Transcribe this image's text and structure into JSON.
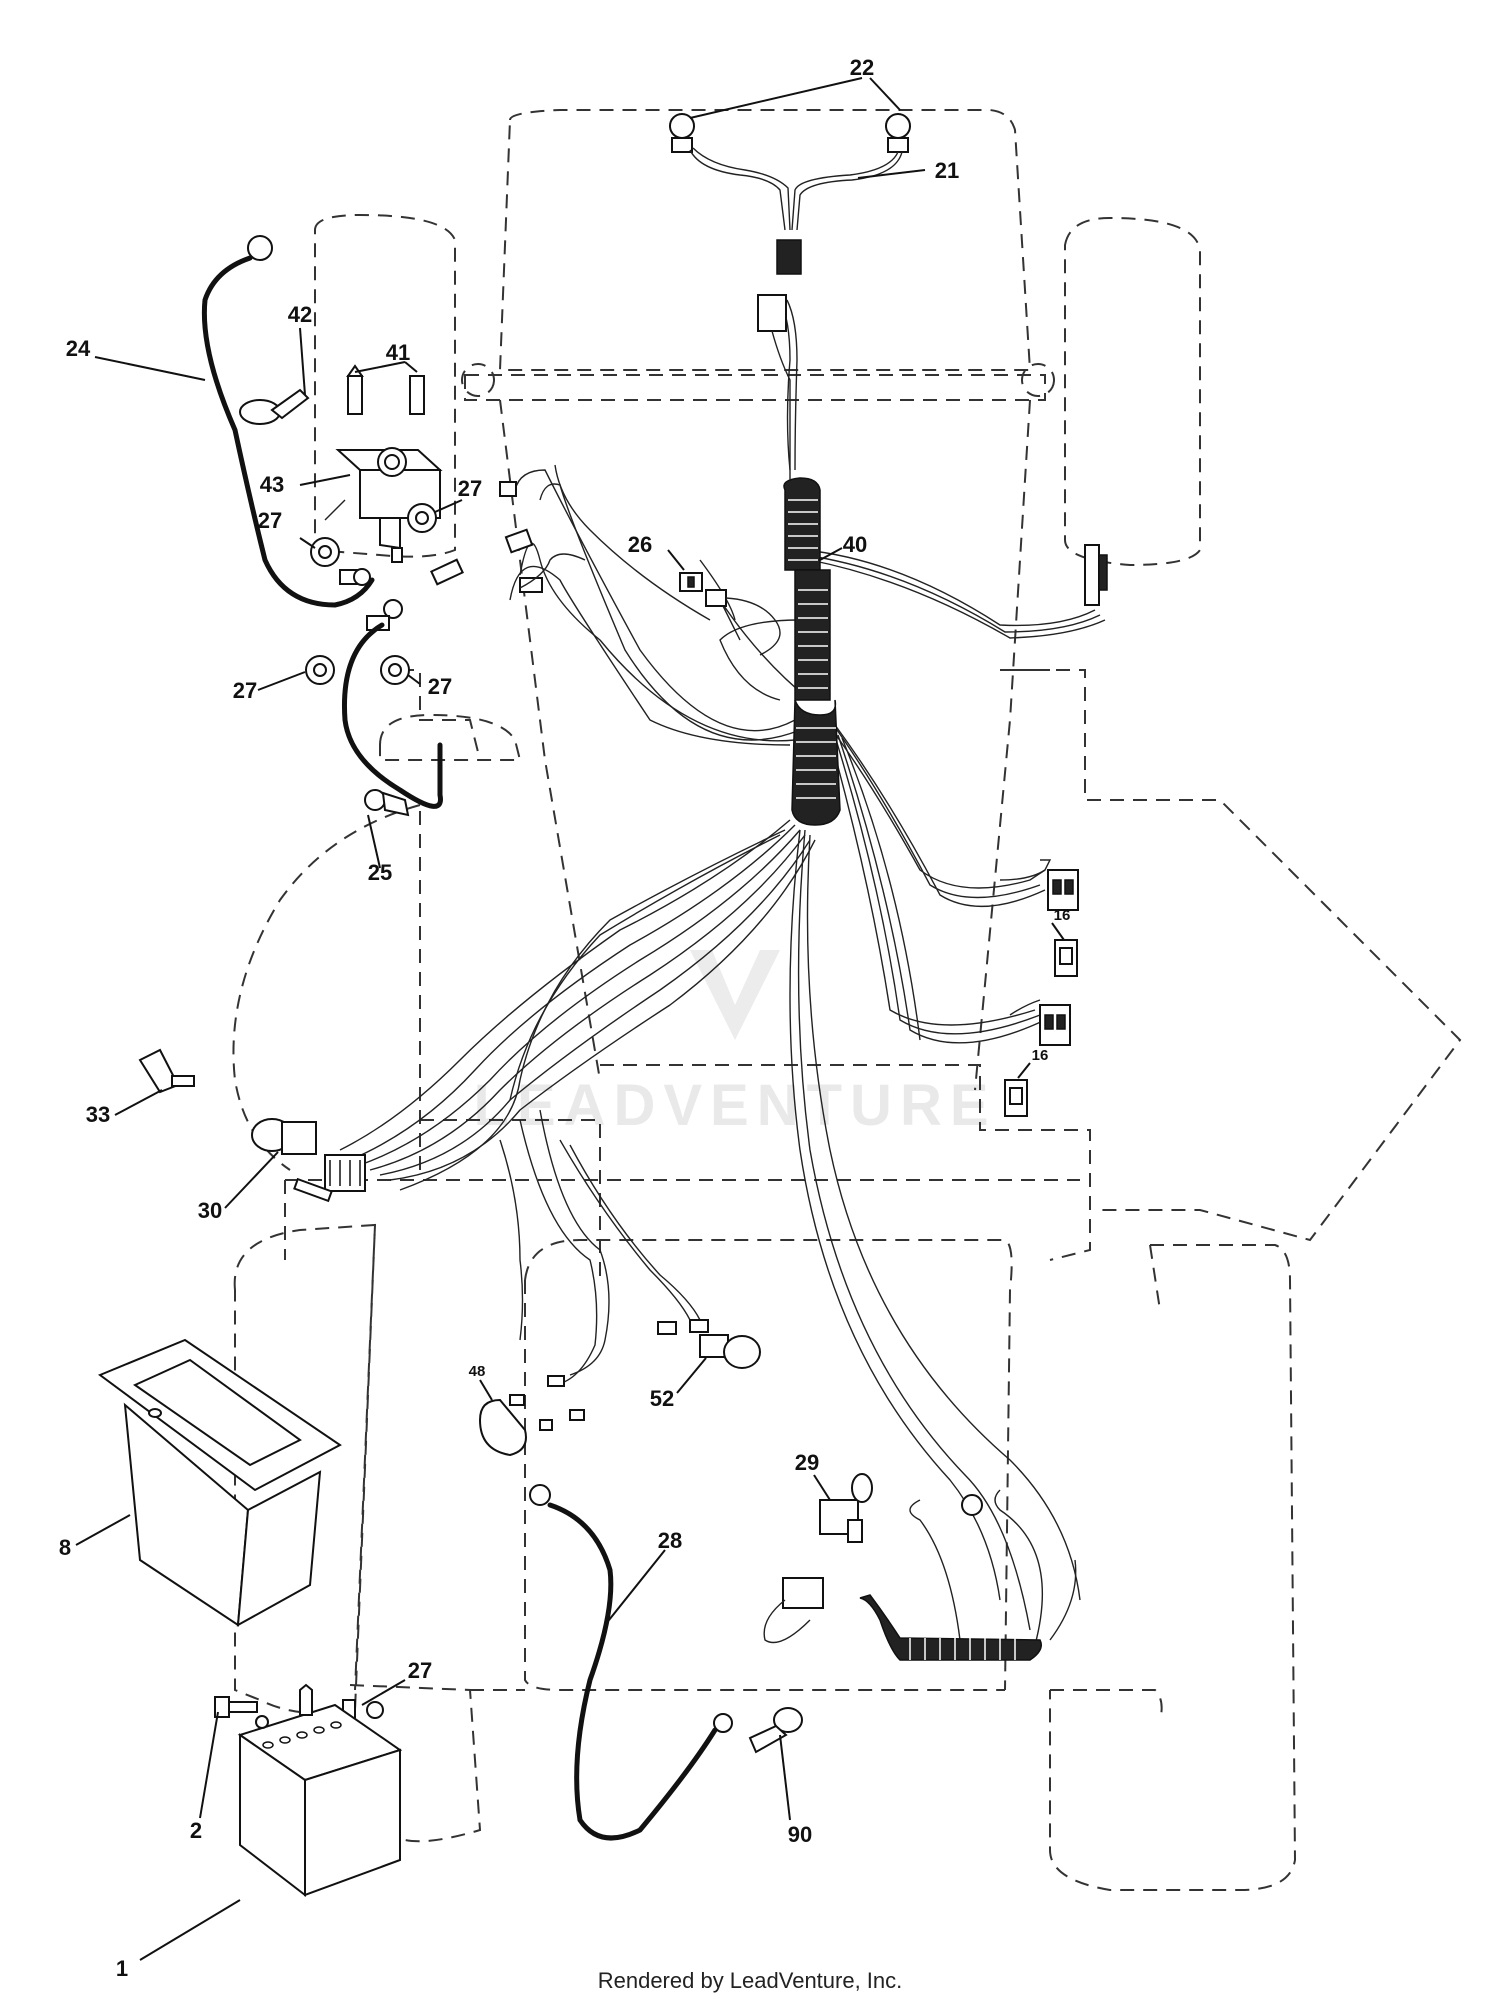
{
  "callouts": [
    {
      "label": "22"
    },
    {
      "label": "21"
    },
    {
      "label": "24"
    },
    {
      "label": "42"
    },
    {
      "label": "41"
    },
    {
      "label": "43"
    },
    {
      "label": "27"
    },
    {
      "label": "27"
    },
    {
      "label": "26"
    },
    {
      "label": "40"
    },
    {
      "label": "27"
    },
    {
      "label": "27"
    },
    {
      "label": "25"
    },
    {
      "label": "16"
    },
    {
      "label": "16"
    },
    {
      "label": "33"
    },
    {
      "label": "30"
    },
    {
      "label": "48"
    },
    {
      "label": "52"
    },
    {
      "label": "29"
    },
    {
      "label": "8"
    },
    {
      "label": "28"
    },
    {
      "label": "27"
    },
    {
      "label": "2"
    },
    {
      "label": "90"
    },
    {
      "label": "1"
    }
  ],
  "watermark": "LEADVENTURE",
  "footer": "Rendered by LeadVenture, Inc."
}
